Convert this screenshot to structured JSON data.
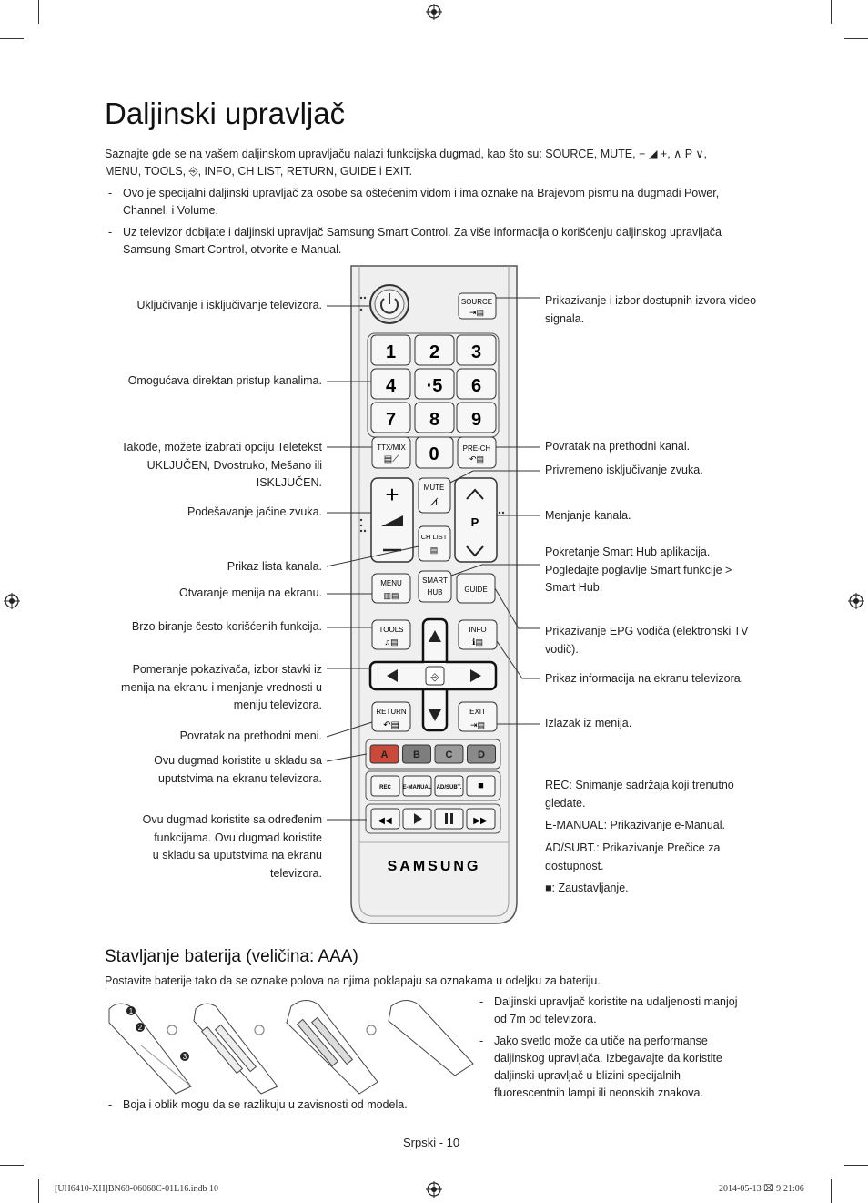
{
  "page": {
    "title": "Daljinski upravljač",
    "intro_line1": "Saznajte gde se na vašem daljinskom upravljaču nalazi funkcijska dugmad, kao što su: SOURCE, MUTE, − ◢ +, ∧ P ∨,",
    "intro_line2": "MENU, TOOLS, ⎆, INFO, CH LIST, RETURN, GUIDE i EXIT.",
    "notes": [
      {
        "dash": "-",
        "line1": "Ovo je specijalni daljinski upravljač za osobe sa oštećenim vidom i ima oznake na Brajevom pismu na dugmadi Power,",
        "line2": "Channel, i Volume."
      },
      {
        "dash": "-",
        "line1": "Uz televizor dobijate i daljinski upravljač Samsung Smart Control. Za više informacija o korišćenju daljinskog upravljača",
        "line2": "Samsung Smart Control, otvorite e-Manual."
      }
    ]
  },
  "left_labels": [
    [
      "Uključivanje i isključivanje televizora."
    ],
    [
      "Omogućava direktan pristup kanalima."
    ],
    [
      "Takođe, možete izabrati opciju Teletekst",
      "UKLJUČEN, Dvostruko, Mešano ili",
      "ISKLJUČEN."
    ],
    [
      "Podešavanje jačine zvuka."
    ],
    [
      "Prikaz lista kanala."
    ],
    [
      "Otvaranje menija na ekranu."
    ],
    [
      "Brzo biranje često korišćenih funkcija."
    ],
    [
      "Pomeranje pokazivača, izbor stavki iz",
      "menija na ekranu i menjanje vrednosti u",
      "meniju televizora."
    ],
    [
      "Povratak na prethodni meni."
    ],
    [
      "Ovu dugmad koristite u skladu sa",
      "uputstvima na ekranu televizora."
    ],
    [
      "Ovu dugmad koristite sa određenim",
      "funkcijama. Ovu dugmad koristite",
      "u skladu sa uputstvima na ekranu",
      "televizora."
    ]
  ],
  "right_labels": [
    [
      "Prikazivanje i izbor dostupnih izvora video",
      "signala."
    ],
    [
      "Povratak na prethodni kanal."
    ],
    [
      "Privremeno isključivanje zvuka."
    ],
    [
      "Menjanje kanala."
    ],
    [
      "Pokretanje Smart Hub aplikacija.",
      "Pogledajte poglavlje Smart funkcije >",
      "Smart Hub."
    ],
    [
      "Prikazivanje EPG vodiča (elektronski TV",
      "vodič)."
    ],
    [
      "Prikaz informacija na ekranu televizora."
    ],
    [
      "Izlazak iz menija."
    ],
    [
      "REC: Snimanje sadržaja koji trenutno",
      "gledate."
    ],
    [
      "E-MANUAL: Prikazivanje e-Manual."
    ],
    [
      "AD/SUBT.: Prikazivanje Prečice za",
      "dostupnost."
    ],
    [
      "■: Zaustavljanje."
    ]
  ],
  "remote": {
    "digits": [
      "1",
      "2",
      "3",
      "4",
      "·5",
      "6",
      "7",
      "8",
      "9",
      "0"
    ],
    "source": "SOURCE",
    "ttx": "TTX/MIX",
    "prech": "PRE-CH",
    "mute": "MUTE",
    "chlist": "CH LIST",
    "p": "P",
    "smart1": "SMART",
    "smart2": "HUB",
    "menu": "MENU",
    "guide": "GUIDE",
    "tools": "TOOLS",
    "info": "INFO",
    "ret": "RETURN",
    "exit": "EXIT",
    "colors": [
      "A",
      "B",
      "C",
      "D"
    ],
    "color_hex": [
      "#c94a3a",
      "#7e7e7e",
      "#9a9a9a",
      "#8a8a8a"
    ],
    "row1": [
      "REC",
      "E-MANUAL",
      "AD/SUBT.",
      "■"
    ],
    "brand": "SAMSUNG"
  },
  "battery": {
    "heading": "Stavljanje baterija (veličina: AAA)",
    "intro": "Postavite baterije tako da se oznake polova na njima poklapaju sa oznakama u odeljku za bateriju.",
    "steps": [
      "1",
      "2",
      "3"
    ],
    "notes": [
      [
        "-",
        "Daljinski upravljač koristite na udaljenosti manjoj",
        "od 7m od televizora."
      ],
      [
        "-",
        "Jako svetlo može da utiče na performanse",
        "daljinskog upravljača. Izbegavajte da koristite",
        "daljinski upravljač u blizini specijalnih",
        "fluorescentnih lampi ili neonskih znakova."
      ]
    ],
    "bottom_note": "Boja i oblik mogu da se razlikuju u zavisnosti od modela."
  },
  "footer": {
    "page": "Srpski - 10",
    "file": "[UH6410-XH]BN68-06068C-01L16.indb   10",
    "date": "2014-05-13   ⌧ 9:21:06"
  }
}
